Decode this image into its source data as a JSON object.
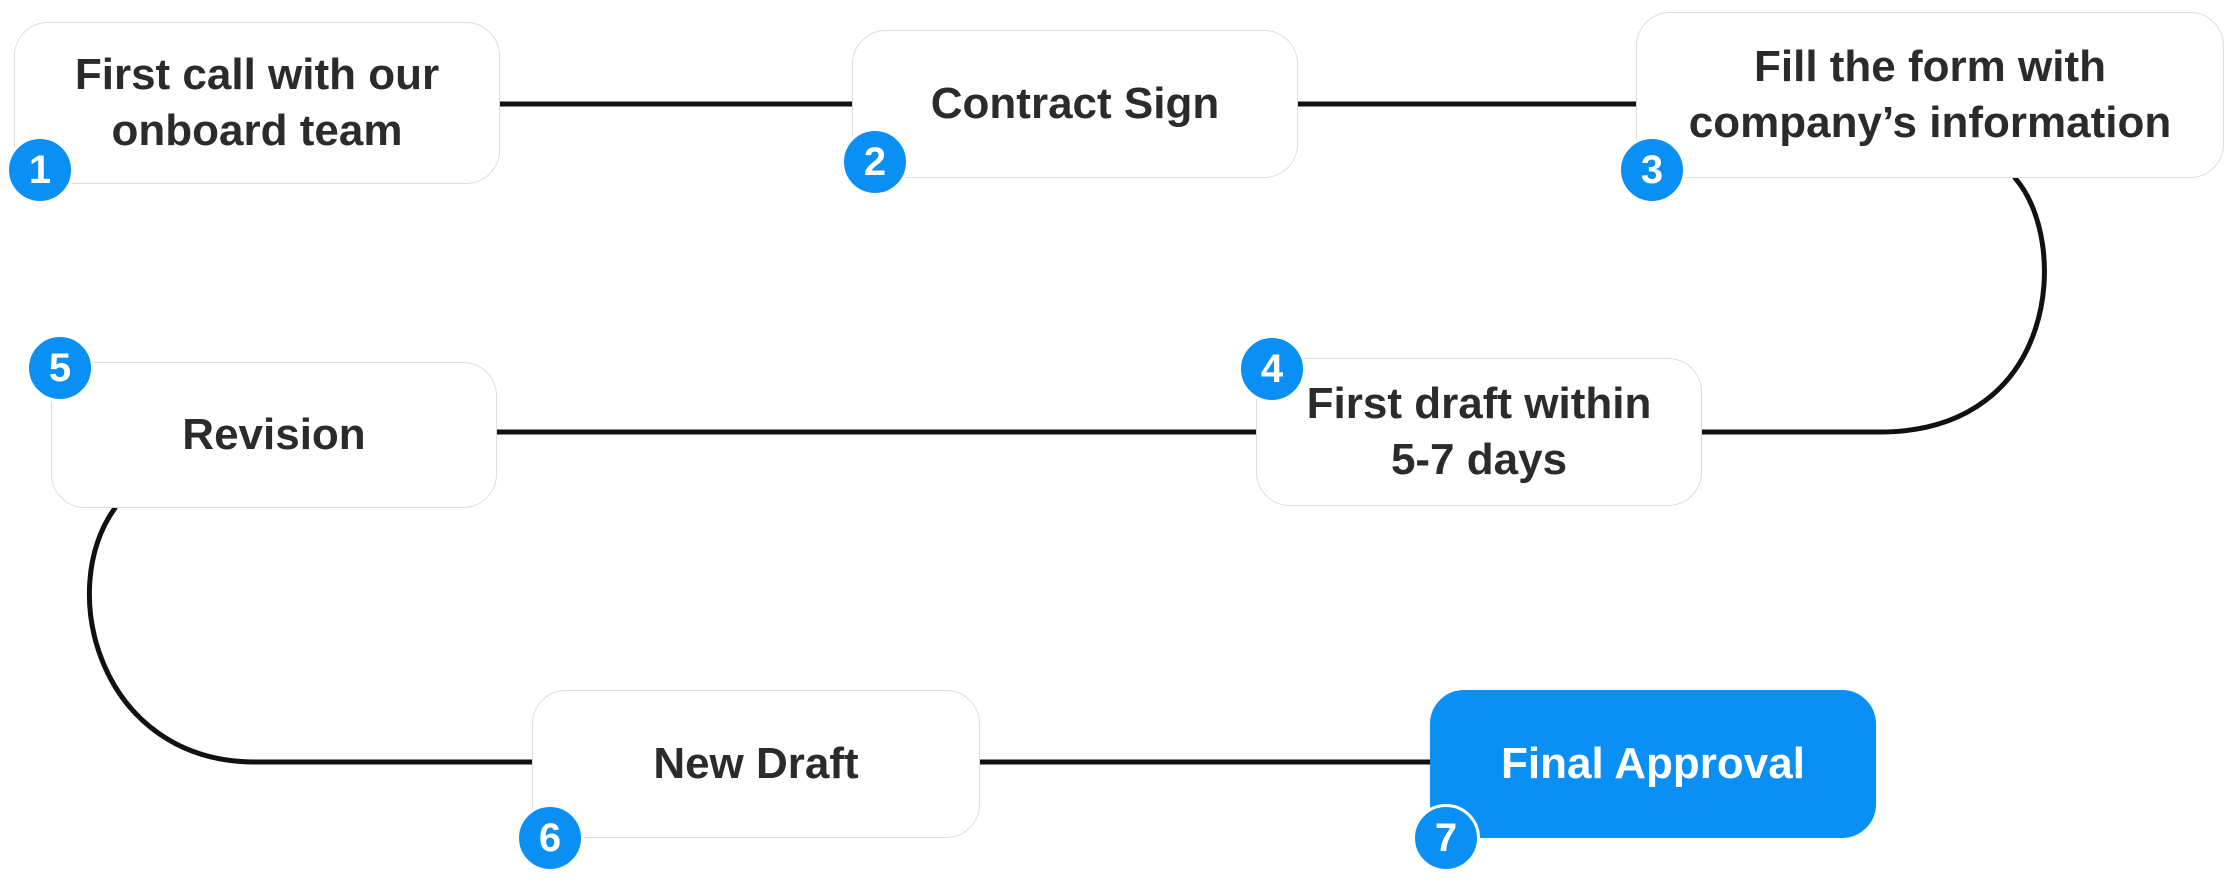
{
  "colors": {
    "accent": "#0a8ff4",
    "box_border": "#dcdcdc",
    "text": "#2b2b2b",
    "line": "#111111"
  },
  "steps": [
    {
      "number": "1",
      "label": "First call with our\nonboard team"
    },
    {
      "number": "2",
      "label": "Contract Sign"
    },
    {
      "number": "3",
      "label": "Fill the form with\ncompany’s information"
    },
    {
      "number": "4",
      "label": "First draft within\n5-7 days"
    },
    {
      "number": "5",
      "label": "Revision"
    },
    {
      "number": "6",
      "label": "New Draft"
    },
    {
      "number": "7",
      "label": "Final Approval"
    }
  ]
}
